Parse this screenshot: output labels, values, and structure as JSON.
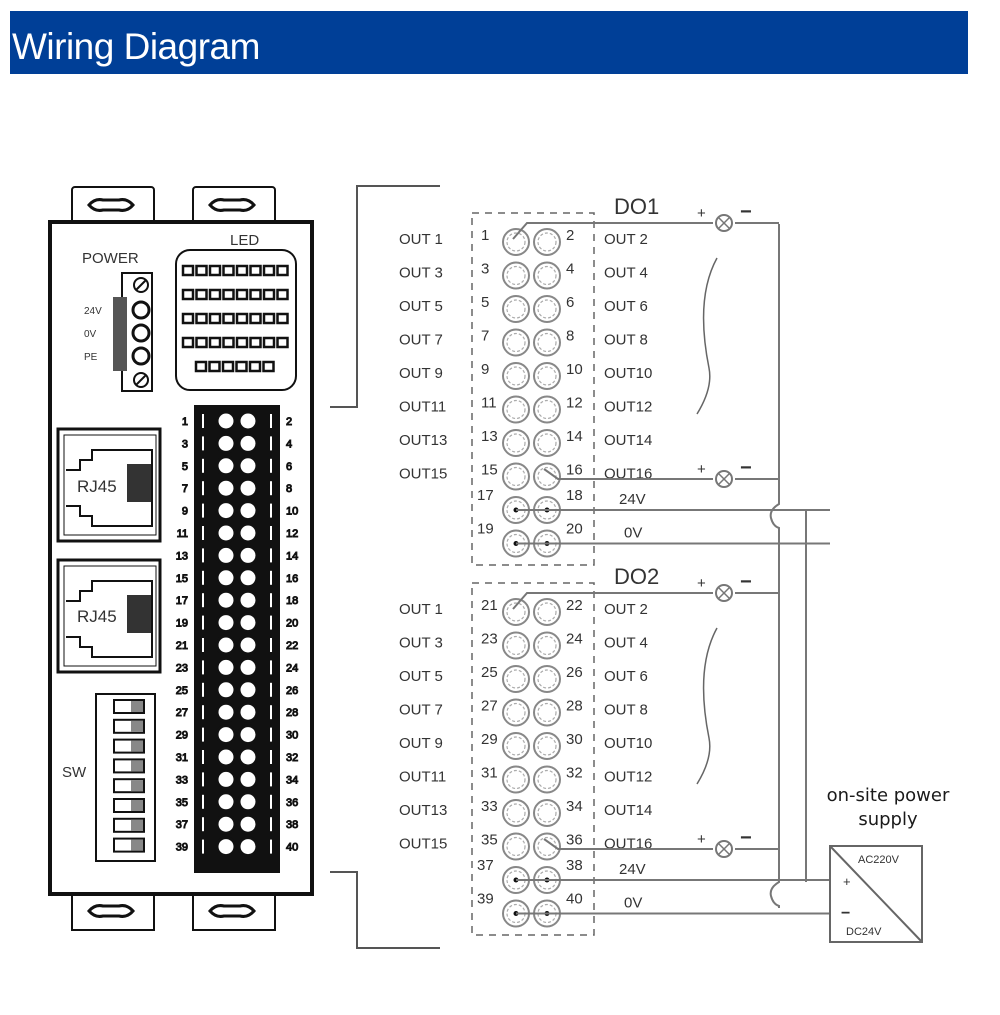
{
  "header": {
    "title": "Wiring Diagram"
  },
  "module": {
    "power_label": "POWER",
    "power_pins": [
      "24V",
      "0V",
      "PE"
    ],
    "led_label": "LED",
    "led_rows": [
      8,
      8,
      8,
      8,
      6
    ],
    "rj45_ports": [
      "RJ45",
      "RJ45"
    ],
    "sw_label": "SW",
    "dip_switch_count": 8,
    "terminal_left_numbers": [
      "1",
      "3",
      "5",
      "7",
      "9",
      "11",
      "13",
      "15",
      "17",
      "19",
      "21",
      "23",
      "25",
      "27",
      "29",
      "31",
      "33",
      "35",
      "37",
      "39"
    ],
    "terminal_right_numbers": [
      "2",
      "4",
      "6",
      "8",
      "10",
      "12",
      "14",
      "16",
      "18",
      "20",
      "22",
      "24",
      "26",
      "28",
      "30",
      "32",
      "34",
      "36",
      "38",
      "40"
    ]
  },
  "groups": [
    {
      "name": "DO1",
      "left_labels": [
        "OUT 1",
        "OUT 3",
        "OUT 5",
        "OUT 7",
        "OUT 9",
        "OUT11",
        "OUT13",
        "OUT15"
      ],
      "right_labels": [
        "OUT 2",
        "OUT 4",
        "OUT 6",
        "OUT 8",
        "OUT10",
        "OUT12",
        "OUT14",
        "OUT16"
      ],
      "left_pins": [
        "1",
        "3",
        "5",
        "7",
        "9",
        "11",
        "13",
        "15",
        "17",
        "19"
      ],
      "right_pins": [
        "2",
        "4",
        "6",
        "8",
        "10",
        "12",
        "14",
        "16",
        "18",
        "20"
      ],
      "supply_labels": [
        "24V",
        "0V"
      ]
    },
    {
      "name": "DO2",
      "left_labels": [
        "OUT 1",
        "OUT 3",
        "OUT 5",
        "OUT 7",
        "OUT 9",
        "OUT11",
        "OUT13",
        "OUT15"
      ],
      "right_labels": [
        "OUT 2",
        "OUT 4",
        "OUT 6",
        "OUT 8",
        "OUT10",
        "OUT12",
        "OUT14",
        "OUT16"
      ],
      "left_pins": [
        "21",
        "23",
        "25",
        "27",
        "29",
        "31",
        "33",
        "35",
        "37",
        "39"
      ],
      "right_pins": [
        "22",
        "24",
        "26",
        "28",
        "30",
        "32",
        "34",
        "36",
        "38",
        "40"
      ],
      "supply_labels": [
        "24V",
        "0V"
      ]
    }
  ],
  "load": {
    "plus": "+",
    "minus": "−",
    "icon": "lamp-icon"
  },
  "power_supply": {
    "label": "on-site power supply",
    "input": "AC220V",
    "output": "DC24V",
    "plus": "+",
    "minus": "−"
  }
}
